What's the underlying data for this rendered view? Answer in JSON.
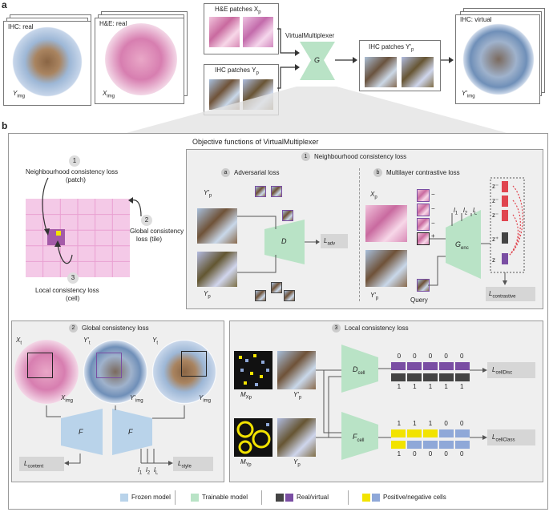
{
  "panel_a": {
    "letter": "a",
    "ihc_real": "IHC: real",
    "y_img": "Y",
    "y_img_sub": "img",
    "he_real": "H&E: real",
    "x_img": "X",
    "x_img_sub": "img",
    "he_patches": "H&E patches X",
    "he_patches_sub": "p",
    "ihc_patches": "IHC patches Y",
    "ihc_patches_sub": "p",
    "virtual_multiplexer": "VirtualMultiplexer",
    "generator": "G",
    "ihc_patches_out": "IHC patches Y'",
    "ihc_patches_out_sub": "p",
    "ihc_virtual": "IHC: virtual",
    "y_img_virtual": "Y'",
    "y_img_virtual_sub": "img"
  },
  "panel_b": {
    "letter": "b",
    "objective_title": "Objective functions of VirtualMultiplexer",
    "tile_diagram": {
      "n1": "1",
      "n1_label_1": "Neighbourhood consistency loss",
      "n1_label_2": "(patch)",
      "n2": "2",
      "n2_label_1": "Global consistency",
      "n2_label_2": "loss (tile)",
      "n3": "3",
      "n3_label_1": "Local consistency loss",
      "n3_label_2": "(cell)"
    },
    "neighbourhood": {
      "num": "1",
      "title": "Neighbourhood consistency loss",
      "a_letter": "a",
      "a_title": "Adversarial loss",
      "y_prime": "Y'",
      "y_prime_sub": "p",
      "y_p": "Y",
      "y_p_sub": "p",
      "discriminator": "D",
      "l_adv": "L",
      "l_adv_sub": "adv",
      "b_letter": "b",
      "b_title": "Multilayer contrastive loss",
      "x_p": "X",
      "x_p_sub": "p",
      "y_prime_b": "Y'",
      "y_prime_b_sub": "p",
      "query": "Query",
      "g_enc": "G",
      "g_enc_sub": "enc",
      "l1": "l",
      "l1_sub": "1",
      "l2": "l",
      "l2_sub": "2",
      "lL": "l",
      "lL_sub": "L",
      "z_minus": "z⁻",
      "z_plus": "z⁺",
      "z": "z",
      "minus": "−",
      "plus": "+",
      "l_contrastive": "L",
      "l_contrastive_sub": "contrastive"
    },
    "global": {
      "num": "2",
      "title": "Global consistency loss",
      "x_t": "X",
      "x_t_sub": "t",
      "y_t_prime": "Y'",
      "y_t_prime_sub": "t",
      "y_t": "Y",
      "y_t_sub": "t",
      "x_img": "X",
      "x_img_sub": "img",
      "y_img_prime": "Y'",
      "y_img_prime_sub": "img",
      "y_img": "Y",
      "y_img_sub": "img",
      "f": "F",
      "l_content": "L",
      "l_content_sub": "content",
      "l_style": "L",
      "l_style_sub": "style",
      "l1": "l",
      "l1_sub": "1",
      "l2": "l",
      "l2_sub": "2",
      "lL": "l",
      "lL_sub": "L"
    },
    "local": {
      "num": "3",
      "title": "Local consistency loss",
      "m_xp": "M",
      "m_xp_sub": "Xp",
      "y_prime_p": "Y'",
      "y_prime_p_sub": "p",
      "m_yp": "M",
      "m_yp_sub": "Yp",
      "y_p": "Y",
      "y_p_sub": "p",
      "d_cell": "D",
      "d_cell_sub": "cell",
      "f_cell": "F",
      "f_cell_sub": "cell",
      "disc_top": [
        "0",
        "0",
        "0",
        "0",
        "0"
      ],
      "disc_bottom": [
        "1",
        "1",
        "1",
        "1",
        "1"
      ],
      "class_top": [
        "1",
        "1",
        "1",
        "0",
        "0"
      ],
      "class_bottom": [
        "1",
        "0",
        "0",
        "0",
        "0"
      ],
      "l_celldisc": "L",
      "l_celldisc_sub": "cellDisc",
      "l_cellclass": "L",
      "l_cellclass_sub": "cellClass"
    }
  },
  "legend": {
    "frozen": "Frozen model",
    "trainable": "Trainable model",
    "real_virtual": "Real/virtual",
    "pos_neg": "Positive/negative cells"
  },
  "colors": {
    "trainable": "#b9e3c6",
    "frozen": "#b9d3ea",
    "real": "#444444",
    "virtual": "#7a4ea3",
    "positive": "#f2e300",
    "negative": "#8fa8d8",
    "contrast_neg": "#e0454f"
  }
}
